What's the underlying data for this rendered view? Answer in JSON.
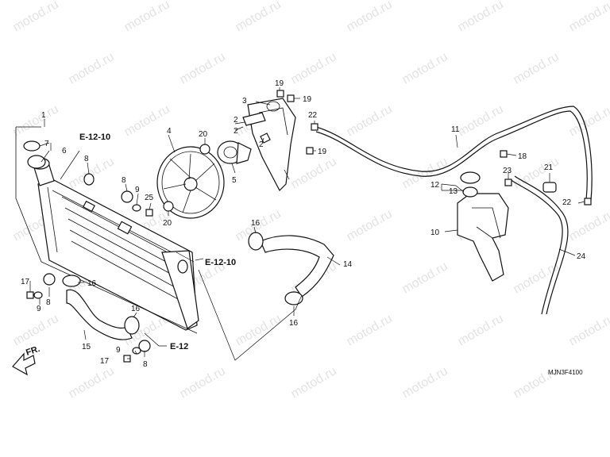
{
  "watermark": "motod.ru",
  "diagram_code": "MJN3F4100",
  "direction_marker": "FR.",
  "references": {
    "e12_10_a": "E-12-10",
    "e12_10_b": "E-12-10",
    "e12": "E-12"
  },
  "callouts": {
    "c1": "1",
    "c2a": "2",
    "c2b": "2",
    "c2c": "2",
    "c3": "3",
    "c4": "4",
    "c5": "5",
    "c6": "6",
    "c7": "7",
    "c8a": "8",
    "c8b": "8",
    "c8c": "8",
    "c8d": "8",
    "c9a": "9",
    "c9b": "9",
    "c9c": "9",
    "c10": "10",
    "c11": "11",
    "c12": "12",
    "c13": "13",
    "c14": "14",
    "c15": "15",
    "c16a": "16",
    "c16b": "16",
    "c16c": "16",
    "c16d": "16",
    "c17a": "17",
    "c17b": "17",
    "c18": "18",
    "c19a": "19",
    "c19b": "19",
    "c19c": "19",
    "c20a": "20",
    "c20b": "20",
    "c21": "21",
    "c22a": "22",
    "c22b": "22",
    "c23": "23",
    "c24": "24",
    "c25": "25"
  }
}
